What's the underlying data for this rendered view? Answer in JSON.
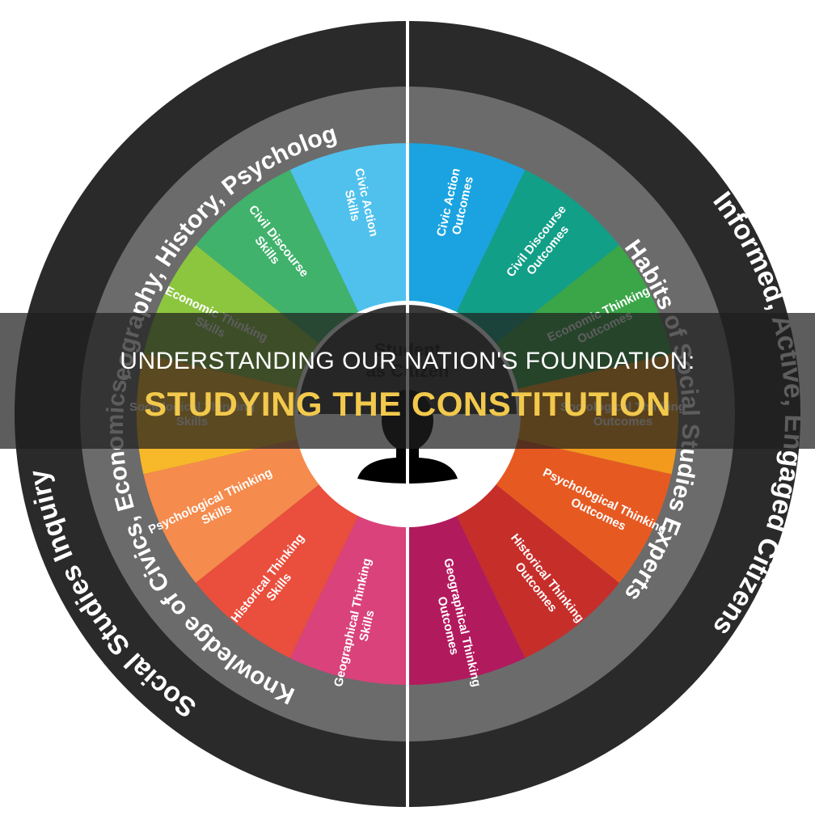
{
  "colors": {
    "outer_ring": "#2a2a2a",
    "middle_ring": "#6b6b6b",
    "center_dark": "#3a3a3a",
    "divider": "#ffffff",
    "overlay_accent": "#f2c94c"
  },
  "outer_ring": {
    "left_label": "Social Studies Inquiry",
    "right_label": "Informed, Active, Engaged Citizens"
  },
  "middle_ring": {
    "left_top_label": "Geography, History, Psychology",
    "left_bottom_label": "Knowledge of Civics, Economics, ",
    "right_label": "Habits of Social Studies Experts"
  },
  "center": {
    "label": "Student as Citizen",
    "icon": "person-silhouette-icon"
  },
  "wedges_left": [
    {
      "label": "Civic Action Skills",
      "color": "#4fc1ec"
    },
    {
      "label": "Civil Discourse Skills",
      "color": "#40b26b"
    },
    {
      "label": "Economic Thinking Skills",
      "color": "#8cc63f"
    },
    {
      "label": "Sociological Thinking Skills",
      "color": "#f7b82a"
    },
    {
      "label": "Psychological Thinking Skills",
      "color": "#f58b4c"
    },
    {
      "label": "Historical Thinking Skills",
      "color": "#ea4e3c"
    },
    {
      "label": "Geographical Thinking Skills",
      "color": "#d9427a"
    }
  ],
  "wedges_right": [
    {
      "label": "Civic Action Outcomes",
      "color": "#1aa3e0"
    },
    {
      "label": "Civil Discourse Outcomes",
      "color": "#129f87"
    },
    {
      "label": "Economic Thinking Outcomes",
      "color": "#3aa648"
    },
    {
      "label": "Sociological Thinking Outcomes",
      "color": "#f39a1c"
    },
    {
      "label": "Psychological Thinking Outcomes",
      "color": "#e65a22"
    },
    {
      "label": "Historical Thinking Outcomes",
      "color": "#c62e2a"
    },
    {
      "label": "Geographical Thinking Outcomes",
      "color": "#b21a5e"
    }
  ],
  "overlay": {
    "line1": "UNDERSTANDING OUR NATION'S FOUNDATION:",
    "line2": "STUDYING THE CONSTITUTION"
  }
}
